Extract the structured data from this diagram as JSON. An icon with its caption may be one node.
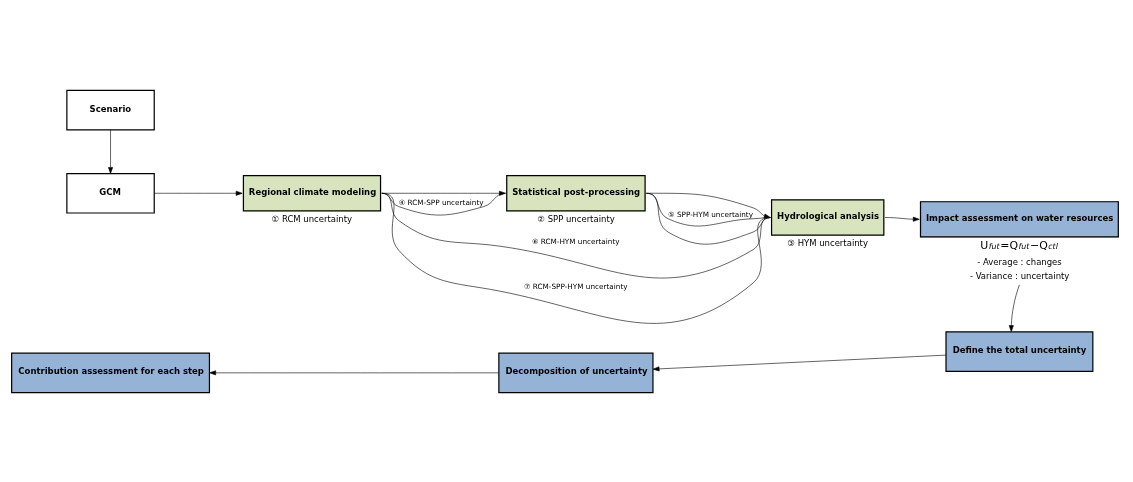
{
  "diagram": {
    "nodes": [
      {
        "text": [
          "Scenario"
        ]
      },
      {
        "text": [
          "GCM"
        ]
      },
      {
        "text": [
          "Regional climate modeling"
        ],
        "beside": [
          "① RCM uncertainty"
        ]
      },
      {
        "text": [
          "Statistical post-processing"
        ],
        "beside": [
          "② SPP uncertainty"
        ]
      },
      {
        "text": [
          "Hydrological analysis"
        ],
        "beside": [
          "③ HYM uncertainty"
        ]
      },
      {
        "text": [
          "Impact assessment on water resources"
        ],
        "beside": [
          "U$_{fut}$=Q$_{fut}$−Q$_{ctl}$",
          "- Average : changes",
          "- Variance : uncertainty"
        ]
      },
      {
        "text": [
          "Define the total uncertainty"
        ]
      },
      {
        "text": [
          "Decomposition of uncertainty"
        ]
      },
      {
        "text": [
          "Contribution assessment for each step"
        ]
      }
    ],
    "edges": [
      {
        "from": 0,
        "to": 1,
        "arrow": "to"
      },
      {
        "from": 1,
        "to": 2,
        "arrow": "to"
      },
      {
        "from": 2,
        "to": 3,
        "arrow": "to"
      },
      {
        "from": 3,
        "to": 4,
        "arrow": "to"
      },
      {
        "from": 4,
        "to": 5,
        "arrow": "to"
      },
      {
        "from": 5,
        "to": 6,
        "arrow": "to"
      },
      {
        "from": 6,
        "to": 7,
        "arrow": "to"
      },
      {
        "from": 7,
        "to": 8,
        "arrow": "to"
      },
      {
        "from": 2,
        "to": 3,
        "arrow": "none",
        "label": "④ RCM-SPP uncertainty"
      },
      {
        "from": 3,
        "to": 4,
        "arrow": "none",
        "label": "⑤ SPP-HYM uncertainty"
      },
      {
        "from": 2,
        "to": 4,
        "arrow": "none",
        "label": "⑥ RCM-HYM uncertainty"
      },
      {
        "from": 2,
        "to": 4,
        "arrow": "none",
        "label": "⑦ RCM-SPP-HYM uncertainty"
      },
      {
        "from": 3,
        "to": 4,
        "arrow": "none"
      }
    ]
  }
}
